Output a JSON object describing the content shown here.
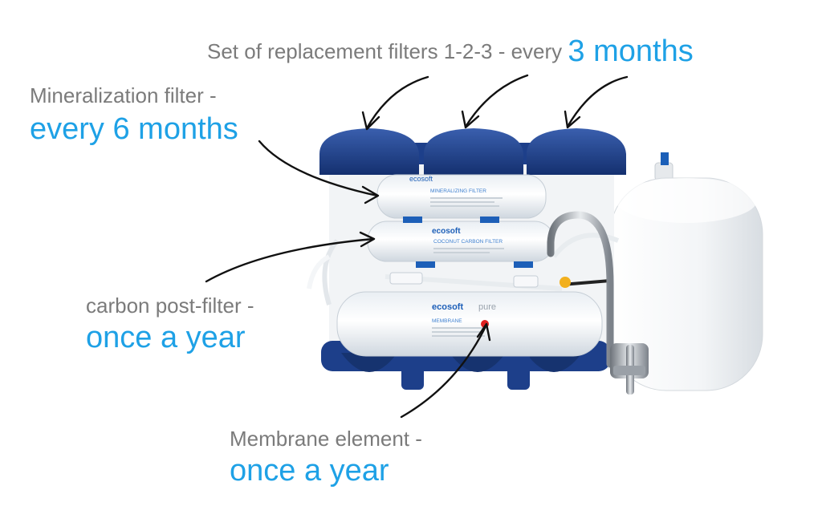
{
  "captions": {
    "replacement_set": "Set of replacement filters 1-2-3 - every",
    "replacement_interval": "3 months",
    "mineral_filter": "Mineralization filter -",
    "mineral_interval": "every 6 months",
    "carbon_filter": "carbon post-filter -",
    "carbon_interval": "once a year",
    "membrane": "Membrane element -",
    "membrane_interval": "once a year"
  },
  "product_labels": {
    "brand": "ecosoft",
    "series": "pure",
    "mineral_cartridge": "MINERALIZING FILTER",
    "carbon_cartridge": "COCONUT CARBON FILTER",
    "membrane_cartridge": "MEMBRANE"
  },
  "colors": {
    "accent": "#1ea1e6",
    "caption_grey": "#7b7b7b",
    "housing_blue": "#1d3f8a"
  }
}
